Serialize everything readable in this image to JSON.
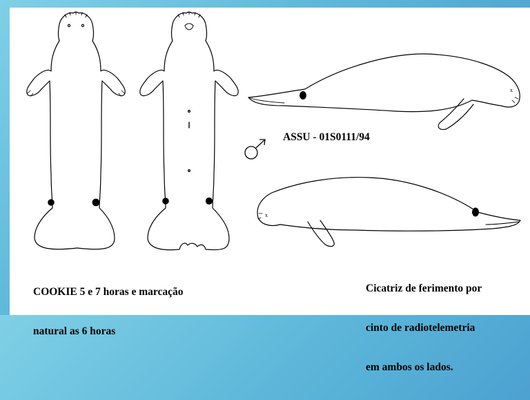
{
  "labels": {
    "identification": "ASSU - 01S0111/94",
    "cookie_line1": "COOKIE 5 e 7 horas e marcação",
    "cookie_line2": "natural as 6 horas",
    "scar_line1": "Cicatriz de ferimento por",
    "scar_line2": "cinto de radiotelemetria",
    "scar_line3": "em ambos os lados."
  },
  "sex_symbol": "male-symbol-icon",
  "colors": {
    "background_gradient": [
      "#7fd0e6",
      "#3f8fc9"
    ],
    "sheet": "#ffffff",
    "outline": "#000000",
    "scar_marks": "#000000"
  }
}
